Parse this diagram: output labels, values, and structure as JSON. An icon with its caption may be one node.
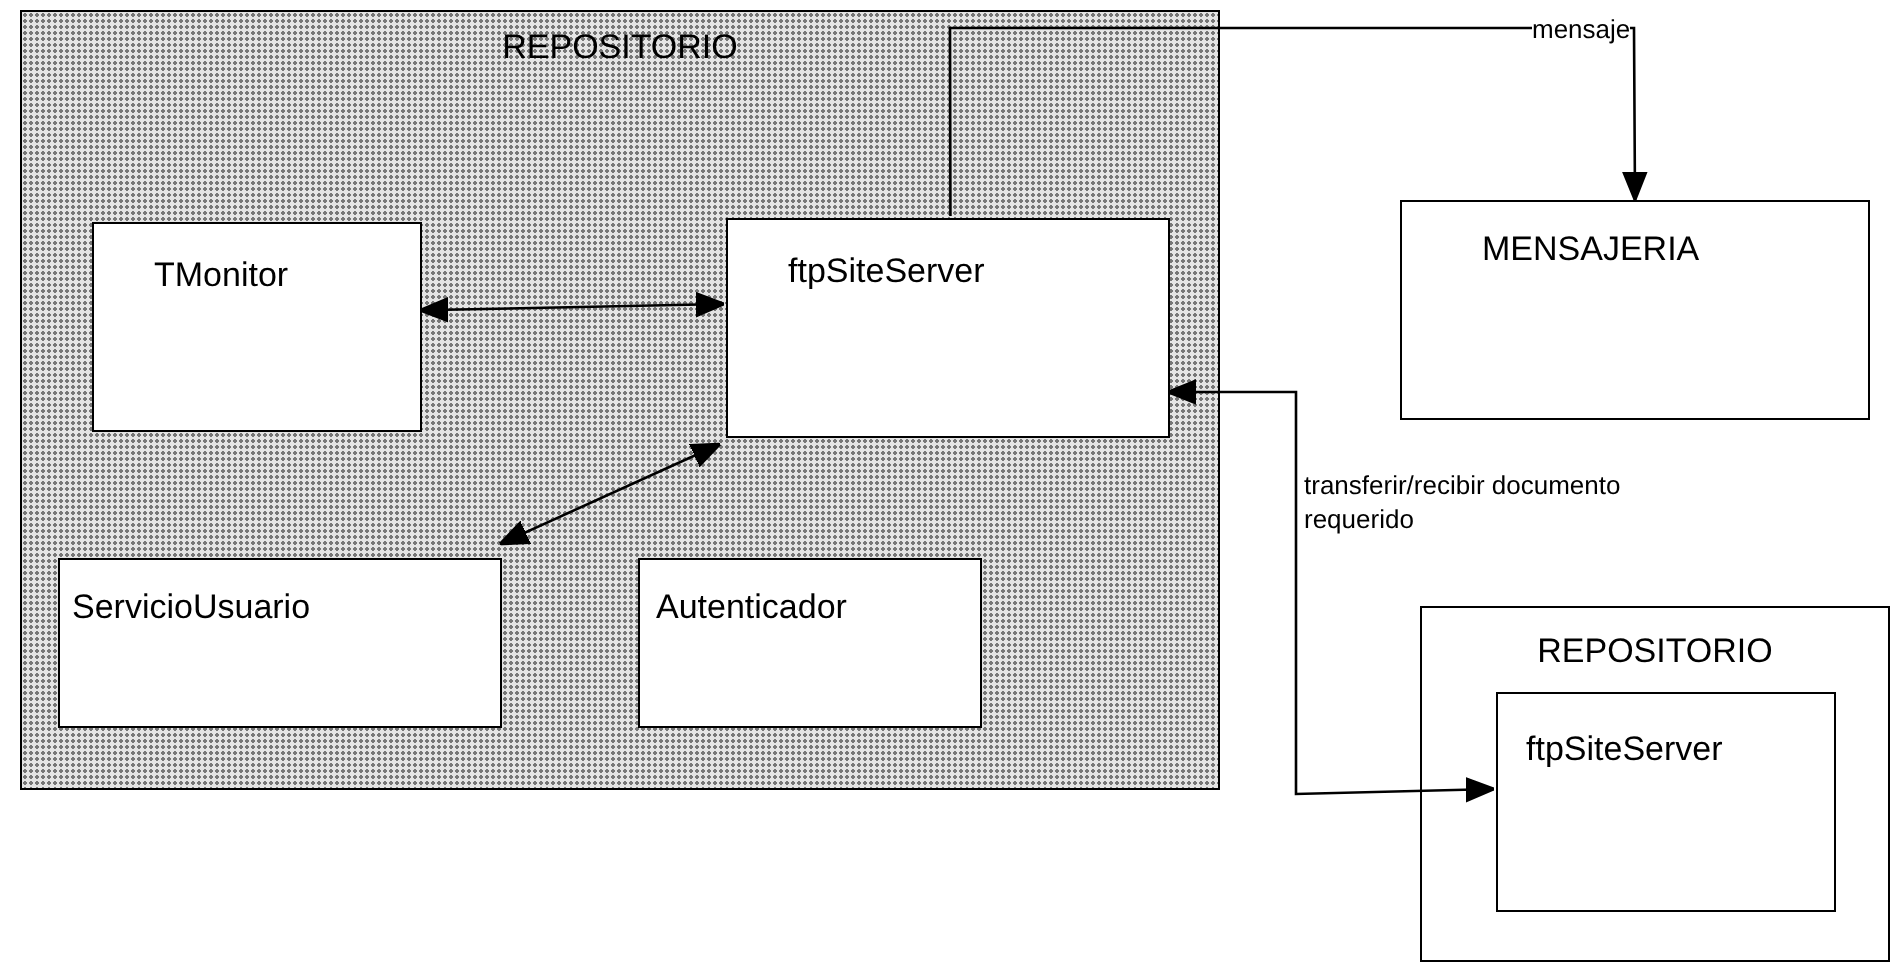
{
  "diagram": {
    "nodes": [
      {
        "text": [
          "REPOSITORIO"
        ]
      },
      {
        "text": [
          "TMonitor"
        ],
        "in": 0
      },
      {
        "text": [
          "ftpSiteServer"
        ],
        "in": 0
      },
      {
        "text": [
          "ServicioUsuario"
        ],
        "in": 0
      },
      {
        "text": [
          "Autenticador"
        ],
        "in": 0
      },
      {
        "text": [
          "MENSAJERIA"
        ]
      },
      {
        "text": [
          "REPOSITORIO"
        ]
      },
      {
        "text": [
          "ftpSiteServer"
        ],
        "in": 6
      }
    ],
    "edges": [
      {
        "from": 1,
        "to": 2,
        "arrow": "both"
      },
      {
        "from": 2,
        "to": 3,
        "arrow": "both"
      },
      {
        "from": 2,
        "to": 5,
        "arrow": "to",
        "label": "mensaje"
      },
      {
        "from": 2,
        "to": 7,
        "arrow": "both",
        "label": "transferir/recibir documento requerido"
      }
    ]
  }
}
